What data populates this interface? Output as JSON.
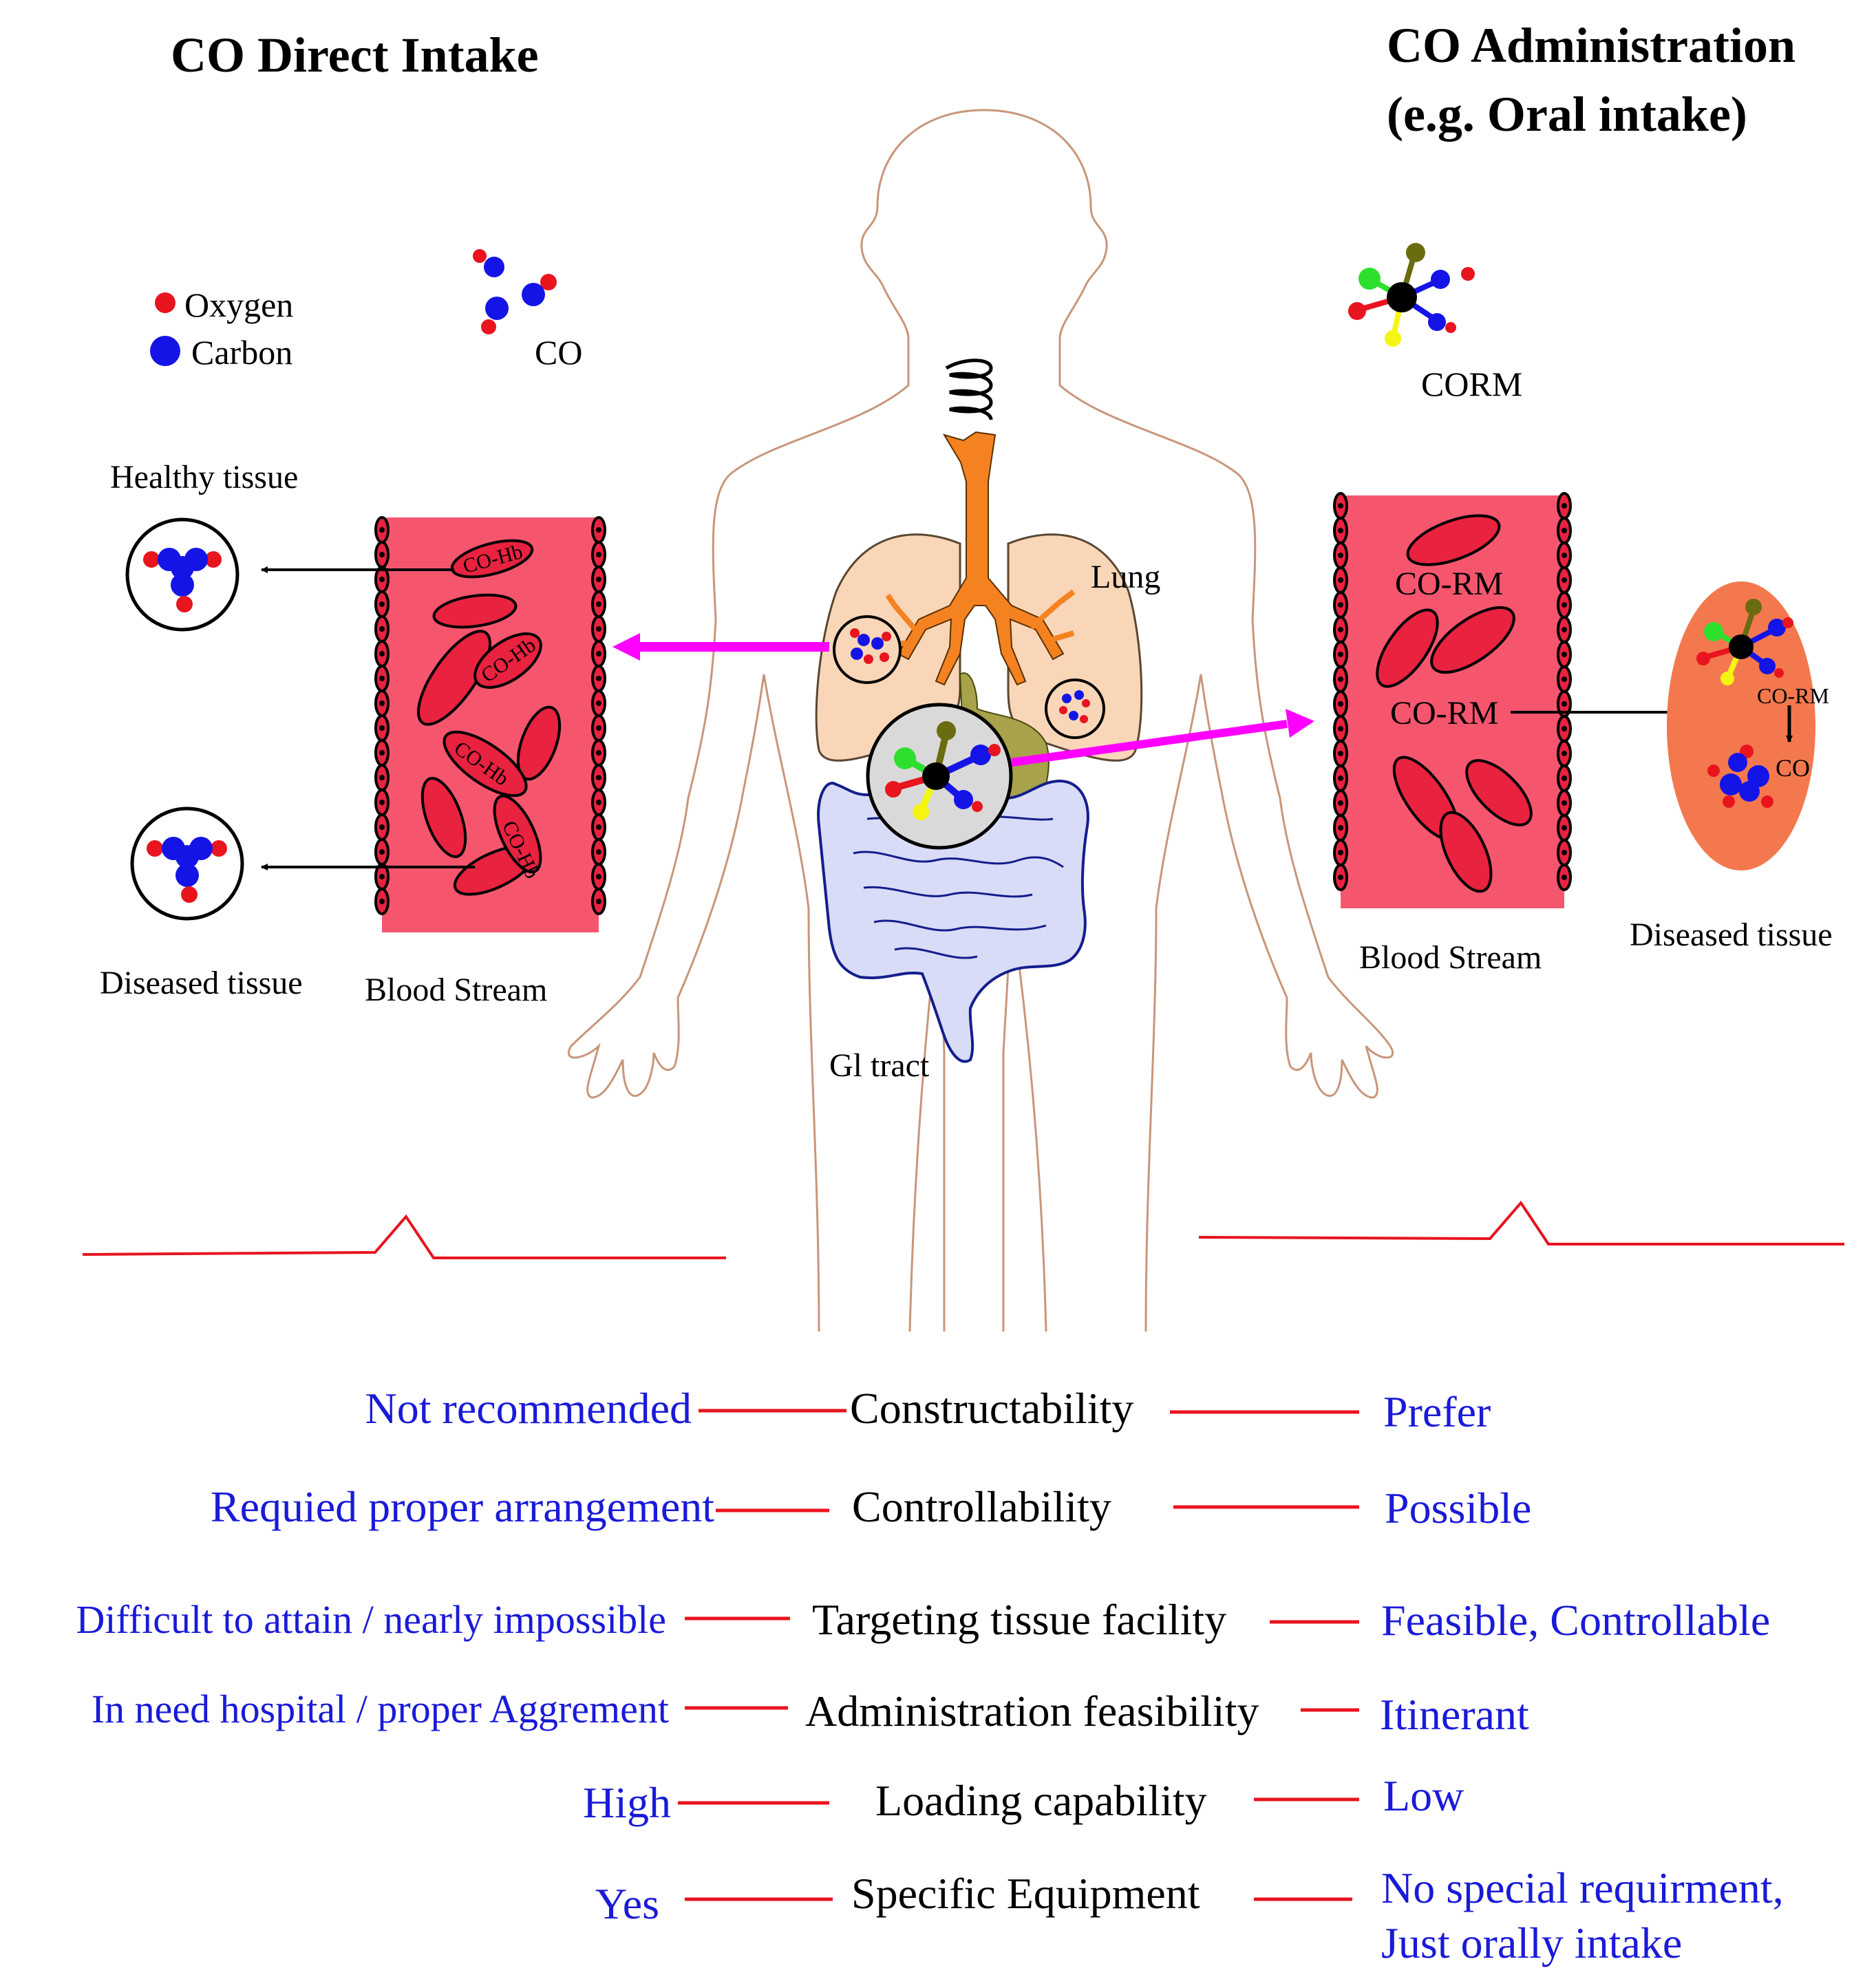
{
  "headings": {
    "left": "CO Direct Intake",
    "right_line1": "CO Administration",
    "right_line2": "(e.g. Oral intake)"
  },
  "legend": {
    "oxygen": "Oxygen",
    "carbon": "Carbon",
    "co": "CO",
    "corm": "CORM",
    "oxygen_color": "#e8141e",
    "carbon_color": "#1414e6"
  },
  "left_panel": {
    "healthy_tissue": "Healthy tissue",
    "diseased_tissue": "Diseased tissue",
    "blood_stream": "Blood Stream",
    "cell_label": "CO-Hb"
  },
  "center": {
    "lung": "Lung",
    "gi_tract": "Gl tract"
  },
  "right_panel": {
    "cell_label": "CO-RM",
    "vessel_label": "CO-RM",
    "blood_stream": "Blood Stream",
    "diseased_tissue": "Diseased tissue",
    "tissue_corm": "CO-RM",
    "tissue_co": "CO"
  },
  "comparison": [
    {
      "left": "Not recommended",
      "criterion": "Constructability",
      "right": "Prefer"
    },
    {
      "left": "Requied proper arrangement",
      "criterion": "Controllability",
      "right": "Possible"
    },
    {
      "left": "Difficult to attain / nearly impossible",
      "criterion": "Targeting tissue facility",
      "right": "Feasible, Controllable"
    },
    {
      "left": "In need hospital / proper Aggrement",
      "criterion": "Administration feasibility",
      "right": "Itinerant"
    },
    {
      "left": "High",
      "criterion": "Loading capability",
      "right": "Low"
    },
    {
      "left": "Yes",
      "criterion": "Specific Equipment",
      "right": "No special requirment,",
      "right2": "Just orally intake"
    }
  ],
  "colors": {
    "vessel": "#f5566e",
    "rbc": "#e8223f",
    "arrow": "#ff00ff",
    "connector": "#e8141e",
    "value_text": "#1a1ad8",
    "lung": "#f9d6b8",
    "trachea": "#f58220",
    "intestine": "#d8dcf6",
    "tissue_right": "#f4784e",
    "body_outline": "#c8967a"
  }
}
